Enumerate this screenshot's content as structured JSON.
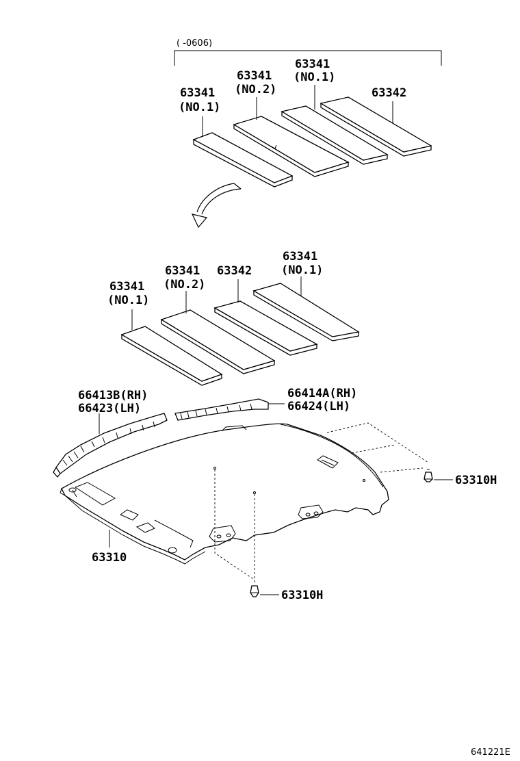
{
  "bracket_note": "(      -0606)",
  "diagram_code": "641221E",
  "upper_group": {
    "pad_a": {
      "part": "63341",
      "sub": "(NO.1)"
    },
    "pad_b": {
      "part": "63341",
      "sub": "(NO.2)"
    },
    "pad_c": {
      "part": "63341",
      "sub": "(NO.1)"
    },
    "pad_d": {
      "part": "63342"
    }
  },
  "lower_group": {
    "pad_a": {
      "part": "63341",
      "sub": "(NO.1)"
    },
    "pad_b": {
      "part": "63341",
      "sub": "(NO.2)"
    },
    "pad_c": {
      "part": "63342"
    },
    "pad_d": {
      "part": "63341",
      "sub": "(NO.1)"
    }
  },
  "headliner_parts": {
    "left_rail_rh": "66413B(RH)",
    "left_rail_lh": "66423(LH)",
    "right_rail_rh": "66414A(RH)",
    "right_rail_lh": "66424(LH)",
    "headliner": "63310",
    "clip_right": "63310H",
    "clip_bottom": "63310H"
  }
}
